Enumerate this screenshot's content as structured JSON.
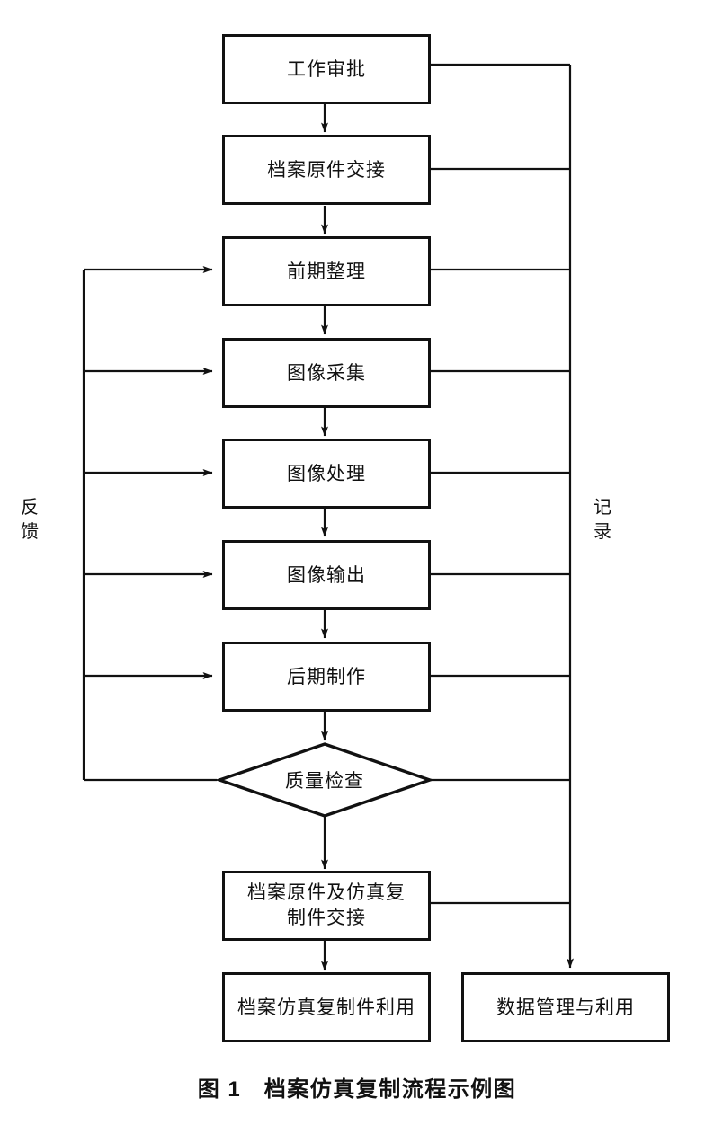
{
  "figure": {
    "caption": "图 1　档案仿真复制流程示例图",
    "caption_number": "图 1",
    "caption_title": "档案仿真复制流程示例图"
  },
  "side_labels": {
    "left": "反馈",
    "right": "记录"
  },
  "nodes": [
    {
      "id": "n1",
      "label": "工作审批",
      "shape": "process"
    },
    {
      "id": "n2",
      "label": "档案原件交接",
      "shape": "process"
    },
    {
      "id": "n3",
      "label": "前期整理",
      "shape": "process"
    },
    {
      "id": "n4",
      "label": "图像采集",
      "shape": "process"
    },
    {
      "id": "n5",
      "label": "图像处理",
      "shape": "process"
    },
    {
      "id": "n6",
      "label": "图像输出",
      "shape": "process"
    },
    {
      "id": "n7",
      "label": "后期制作",
      "shape": "process"
    },
    {
      "id": "n8",
      "label": "质量检查",
      "shape": "decision"
    },
    {
      "id": "n9",
      "label_line1": "档案原件及仿真复",
      "label_line2": "制件交接",
      "shape": "process"
    },
    {
      "id": "n10",
      "label": "档案仿真复制件利用",
      "shape": "process"
    },
    {
      "id": "n11",
      "label": "数据管理与利用",
      "shape": "process"
    }
  ],
  "chart_data": {
    "type": "flowchart",
    "title": "档案仿真复制流程示例图",
    "main_sequence": [
      "工作审批",
      "档案原件交接",
      "前期整理",
      "图像采集",
      "图像处理",
      "图像输出",
      "后期制作",
      "质量检查",
      "档案原件及仿真复制件交接",
      "档案仿真复制件利用"
    ],
    "feedback_label": "反馈",
    "feedback_targets": [
      "前期整理",
      "图像采集",
      "图像处理",
      "图像输出",
      "后期制作"
    ],
    "feedback_source": "质量检查",
    "record_label": "记录",
    "record_sources": [
      "工作审批",
      "档案原件交接",
      "前期整理",
      "图像采集",
      "图像处理",
      "图像输出",
      "后期制作",
      "质量检查",
      "档案原件及仿真复制件交接"
    ],
    "record_target": "数据管理与利用",
    "colors": {
      "stroke": "#111111",
      "fill": "#ffffff",
      "text": "#111111"
    }
  }
}
